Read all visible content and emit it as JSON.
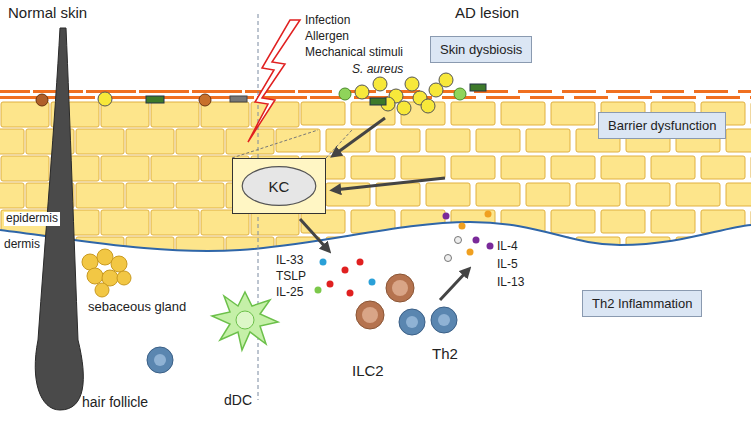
{
  "diagram": {
    "nodes": [
      {
        "text": [
          "Skin dysbiosis"
        ]
      },
      {
        "text": [
          "Barrier dysfunction"
        ]
      },
      {
        "text": [
          "KC"
        ]
      },
      {
        "text": [
          "Th2 Inflammation"
        ]
      }
    ],
    "labels": [
      "Normal skin",
      "AD lesion",
      "Infection",
      "Allergen",
      "Mechanical stimuli",
      "S. aureus",
      "epidermis",
      "IL-4",
      "IL-5",
      "IL-13",
      "dermis",
      "IL-33",
      "TSLP",
      "IL-25",
      "sebaceous gland",
      "ILC2",
      "Th2",
      "hair follicle",
      "dDC"
    ]
  }
}
